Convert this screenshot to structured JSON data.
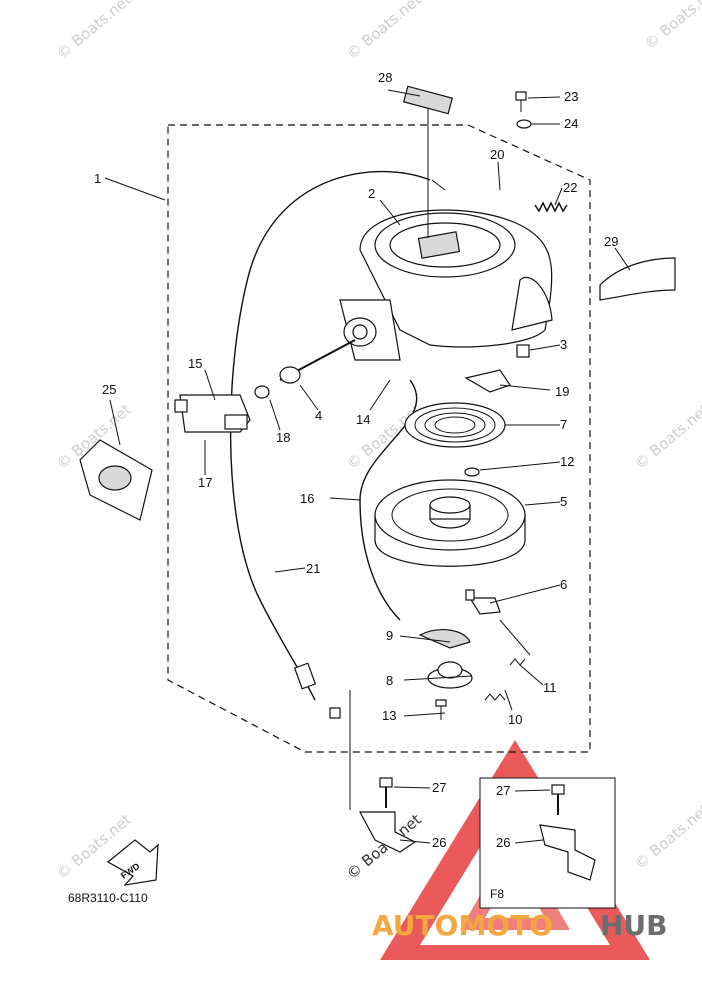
{
  "diagram": {
    "code": "68R3110-C110",
    "fwd_label": "FWD",
    "inset_label": "F8",
    "watermark": "© Boats.net",
    "callouts": {
      "c1": "1",
      "c2": "2",
      "c3": "3",
      "c4": "4",
      "c5": "5",
      "c6": "6",
      "c7": "7",
      "c8": "8",
      "c9": "9",
      "c10": "10",
      "c11": "11",
      "c12": "12",
      "c13": "13",
      "c14": "14",
      "c15": "15",
      "c16": "16",
      "c17": "17",
      "c18": "18",
      "c19": "19",
      "c20": "20",
      "c21": "21",
      "c22": "22",
      "c23": "23",
      "c24": "24",
      "c25": "25",
      "c26": "26",
      "c27": "27",
      "c28": "28",
      "c29": "29",
      "c26b": "26",
      "c27b": "27"
    }
  },
  "brand": {
    "logo_part1": "AUTOMOTO",
    "logo_part2": "HUB",
    "color_orange": "#f4a640",
    "color_gray": "#6d6d6d",
    "triangle_color": "#e84848"
  }
}
